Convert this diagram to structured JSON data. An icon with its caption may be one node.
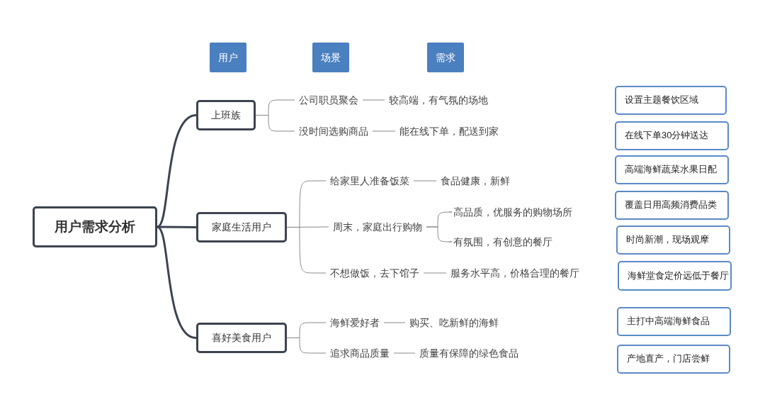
{
  "diagram": {
    "nodes": [
      {
        "text": [
          "用户"
        ]
      },
      {
        "text": [
          "场景"
        ]
      },
      {
        "text": [
          "需求"
        ]
      },
      {
        "text": [
          "用户需求分析"
        ]
      },
      {
        "text": [
          "上班族"
        ]
      },
      {
        "text": [
          "家庭生活用户"
        ]
      },
      {
        "text": [
          "喜好美食用户"
        ]
      },
      {
        "text": [
          "公司职员聚会"
        ]
      },
      {
        "text": [
          "较高端，有气氛的场地"
        ]
      },
      {
        "text": [
          "没时间选购商品"
        ]
      },
      {
        "text": [
          "能在线下单，配送到家"
        ]
      },
      {
        "text": [
          "给家里人准备饭菜"
        ]
      },
      {
        "text": [
          "食品健康，新鲜"
        ]
      },
      {
        "text": [
          "周末，家庭出行购物"
        ]
      },
      {
        "text": [
          "高品质，优服务的购物场所"
        ]
      },
      {
        "text": [
          "有氛围，有创意的餐厅"
        ]
      },
      {
        "text": [
          "不想做饭，去下馆子"
        ]
      },
      {
        "text": [
          "服务水平高，价格合理的餐厅"
        ]
      },
      {
        "text": [
          "海鲜爱好者"
        ]
      },
      {
        "text": [
          "购买、吃新鲜的海鲜"
        ]
      },
      {
        "text": [
          "追求商品质量"
        ]
      },
      {
        "text": [
          "质量有保障的绿色食品"
        ]
      },
      {
        "text": [
          "设置主题餐饮区域"
        ]
      },
      {
        "text": [
          "在线下单30分钟送达"
        ]
      },
      {
        "text": [
          "高端海鲜蔬菜水果日配"
        ]
      },
      {
        "text": [
          "覆盖日用高频消费品类"
        ]
      },
      {
        "text": [
          "时尚新潮，现场观摩"
        ]
      },
      {
        "text": [
          "海鲜堂食定价远低于餐厅"
        ]
      },
      {
        "text": [
          "主打中高端海鲜食品"
        ]
      },
      {
        "text": [
          "产地直产，门店尝鲜"
        ]
      }
    ],
    "edges": [
      {
        "from": 3,
        "to": 4,
        "arrow": "none",
        "style": "thick"
      },
      {
        "from": 3,
        "to": 5,
        "arrow": "none",
        "style": "thick"
      },
      {
        "from": 3,
        "to": 6,
        "arrow": "none",
        "style": "thick"
      },
      {
        "from": 4,
        "to": 7,
        "arrow": "none"
      },
      {
        "from": 4,
        "to": 9,
        "arrow": "none"
      },
      {
        "from": 7,
        "to": 8,
        "arrow": "none"
      },
      {
        "from": 9,
        "to": 10,
        "arrow": "none"
      },
      {
        "from": 5,
        "to": 11,
        "arrow": "none"
      },
      {
        "from": 5,
        "to": 13,
        "arrow": "none"
      },
      {
        "from": 5,
        "to": 16,
        "arrow": "none"
      },
      {
        "from": 11,
        "to": 12,
        "arrow": "none"
      },
      {
        "from": 13,
        "to": 14,
        "arrow": "none"
      },
      {
        "from": 13,
        "to": 15,
        "arrow": "none"
      },
      {
        "from": 16,
        "to": 17,
        "arrow": "none"
      },
      {
        "from": 6,
        "to": 18,
        "arrow": "none"
      },
      {
        "from": 6,
        "to": 20,
        "arrow": "none"
      },
      {
        "from": 18,
        "to": 19,
        "arrow": "none"
      },
      {
        "from": 20,
        "to": 21,
        "arrow": "none"
      }
    ]
  }
}
